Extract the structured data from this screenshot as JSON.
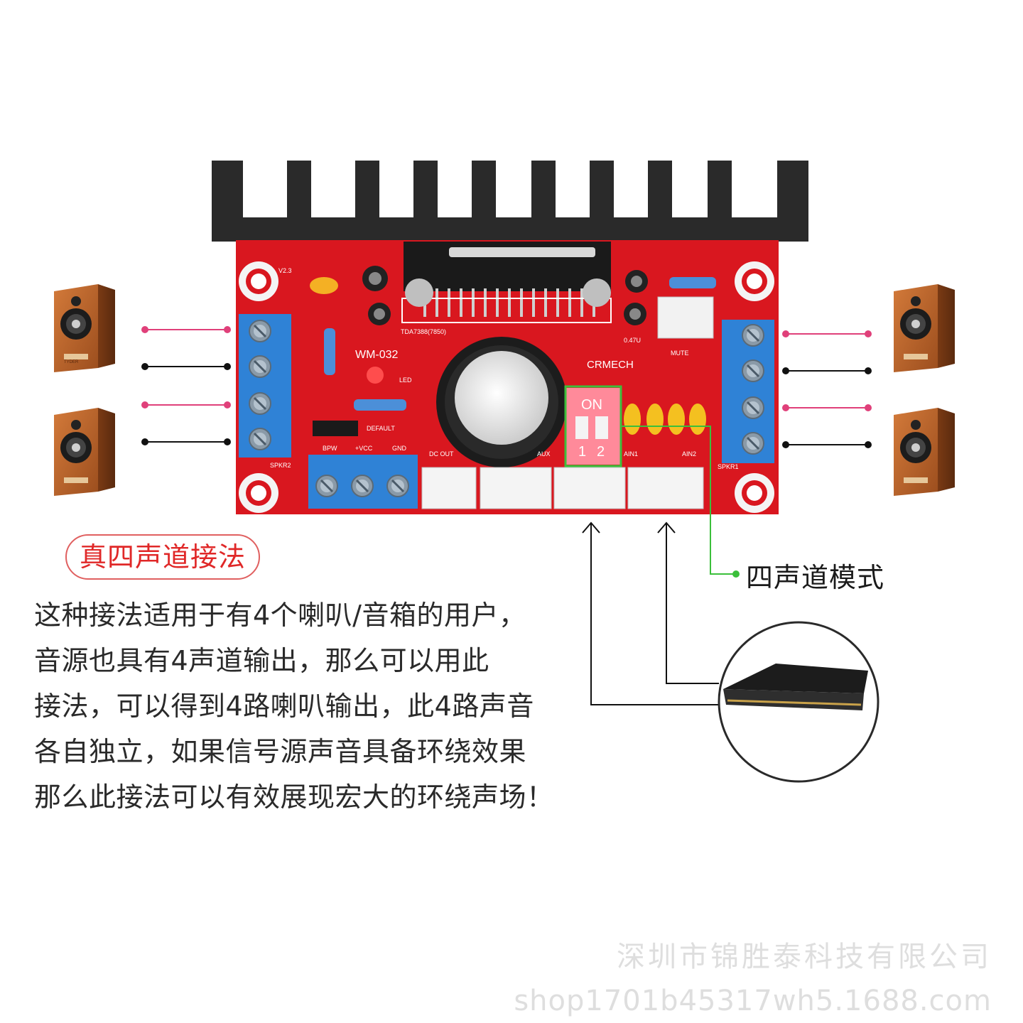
{
  "board": {
    "model": "WM-032",
    "brand": "CRMECH",
    "chip": "TDA7388(7850)",
    "version": "V2.3",
    "led_label": "LED",
    "default_label": "DEFAULT",
    "mute_label": "MUTE",
    "cap_label": "0.47U",
    "power_labels": [
      "BPW",
      "+VCC",
      "GND"
    ],
    "dc_out_label": "DC OUT",
    "aux_label": "AUX",
    "ain1_label": "AIN1",
    "ain2_label": "AIN2",
    "spk2_label": "SPKR2",
    "spk1_label": "SPKR1",
    "dip_on": "ON",
    "dip_nums": [
      "1",
      "2"
    ],
    "speaker_brand": "TYDER"
  },
  "colors": {
    "board_red": "#d9171f",
    "terminal_blue": "#2f82d6",
    "heatsink": "#2a2a2a",
    "wire_pink": "#e0407a",
    "wire_black": "#111111",
    "highlight_green": "#3bbf3b",
    "speaker_wood": "#b5622a"
  },
  "title_pill": "真四声道接法",
  "description": [
    "这种接法适用于有4个喇叭/音箱的用户，",
    "音源也具有4声道输出，那么可以用此",
    "接法，可以得到4路喇叭输出，此4路声音",
    "各自独立，如果信号源声音具备环绕效果",
    "那么此接法可以有效展现宏大的环绕声场！"
  ],
  "mode_label": "四声道模式",
  "watermark": {
    "company": "深圳市锦胜泰科技有限公司",
    "url": "shop1701b45317wh5.1688.com"
  }
}
